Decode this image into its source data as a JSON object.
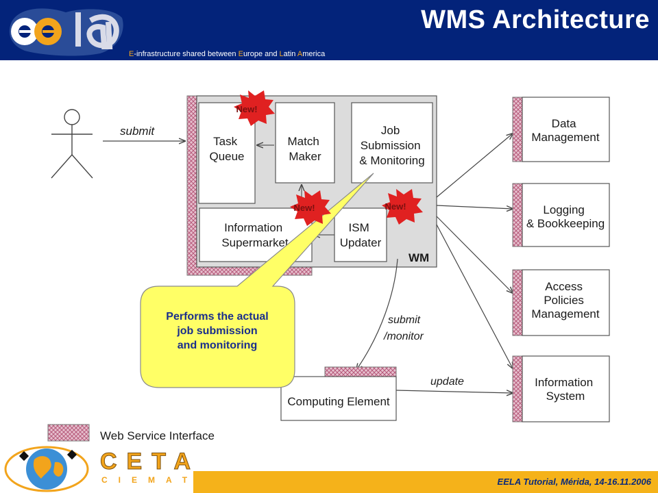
{
  "header": {
    "title": "WMS Architecture",
    "tagline_parts": [
      {
        "text": "E",
        "highlight": true
      },
      {
        "text": "-infrastructure shared between ",
        "highlight": false
      },
      {
        "text": "E",
        "highlight": true
      },
      {
        "text": "urope and ",
        "highlight": false
      },
      {
        "text": "L",
        "highlight": true
      },
      {
        "text": "atin ",
        "highlight": false
      },
      {
        "text": "A",
        "highlight": true
      },
      {
        "text": "merica",
        "highlight": false
      }
    ],
    "logo_text": "ee la",
    "bg_color": "#03237a"
  },
  "diagram": {
    "actor_edge_label": "submit",
    "wm_label": "WM",
    "boxes": {
      "task_queue": [
        "Task",
        "Queue"
      ],
      "match_maker": [
        "Match",
        "Maker"
      ],
      "job_submission": [
        "Job",
        "Submission",
        "& Monitoring"
      ],
      "information_supermarket": [
        "Information",
        "Supermarket"
      ],
      "ism_updater": [
        "ISM",
        "Updater"
      ],
      "computing_element": [
        "Computing Element"
      ]
    },
    "new_badges": [
      "New!",
      "New!",
      "New!"
    ],
    "callout": [
      "Performs the actual",
      "job submission",
      "and monitoring"
    ],
    "services": [
      [
        "Data",
        "Management"
      ],
      [
        "Logging",
        "& Bookkeeping"
      ],
      [
        "Access",
        "Policies",
        "Management"
      ],
      [
        "Information",
        "System"
      ]
    ],
    "edge_labels": {
      "submit_monitor": [
        "submit",
        "/monitor"
      ],
      "update": "update"
    },
    "legend": "Web Service Interface"
  },
  "footer": {
    "text": "EELA Tutorial, Mérida, 14-16.11.2006",
    "ceta_text": "CETA",
    "ciemat_text": "CIEMAT"
  },
  "colors": {
    "header": "#03237a",
    "footer": "#f5b21a",
    "hatch": "#c97b94",
    "badge": "#e02121",
    "callout": "#ffff66"
  }
}
